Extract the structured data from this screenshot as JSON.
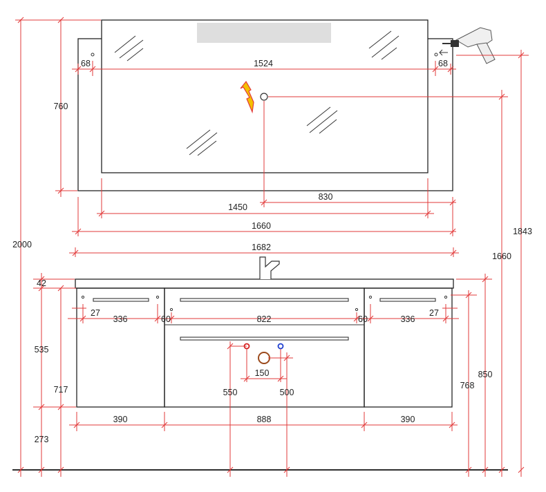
{
  "mirror": {
    "width_outer": "1660",
    "width_glass": "1450",
    "height": "760",
    "hook_span": "1524",
    "hook_left_offset": "68",
    "hook_right_offset": "68",
    "socket_offset": "830"
  },
  "cabinet": {
    "top_width": "1682",
    "top_thickness": "42",
    "side_gap_left": "27",
    "left_drawer_width": "336",
    "gap_left": "60",
    "center_drawer_width": "822",
    "gap_right": "60",
    "right_drawer_width": "336",
    "side_gap_right": "27",
    "drawer_height": "535",
    "cabinet_height": "717",
    "floor_clearance": "273",
    "pipe_spacing": "150",
    "hot_pipe_height": "550",
    "cold_pipe_height": "500",
    "left_module_width": "390",
    "center_module_width": "888",
    "right_module_width": "390",
    "height_768": "768",
    "height_850": "850"
  },
  "heights": {
    "total_2000": "2000",
    "socket_1660": "1660",
    "hook_1843": "1843"
  },
  "colors": {
    "dimension_line": "#e23a3a",
    "outline": "#222222",
    "hot_water": "#d42020",
    "cold_water": "#1f3fd0",
    "warning": "#f4c000"
  },
  "icons": [
    "drill-icon",
    "high-voltage-icon",
    "faucet-icon"
  ]
}
